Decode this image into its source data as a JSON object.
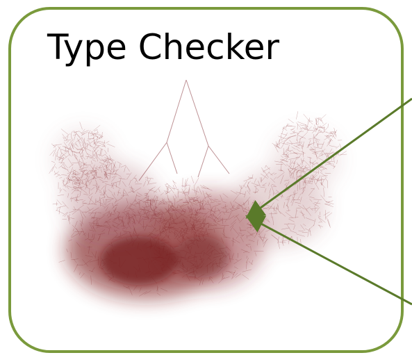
{
  "title": "Type Checker",
  "colors": {
    "frame_border": "#7a9a3c",
    "tree": "#7b1a1e",
    "arrows": "#5a7a2a"
  },
  "tree_visualization": {
    "icon": "call-tree-icon"
  },
  "callouts": [
    {
      "name": "callout-arrow-upper"
    },
    {
      "name": "callout-arrow-lower"
    }
  ]
}
